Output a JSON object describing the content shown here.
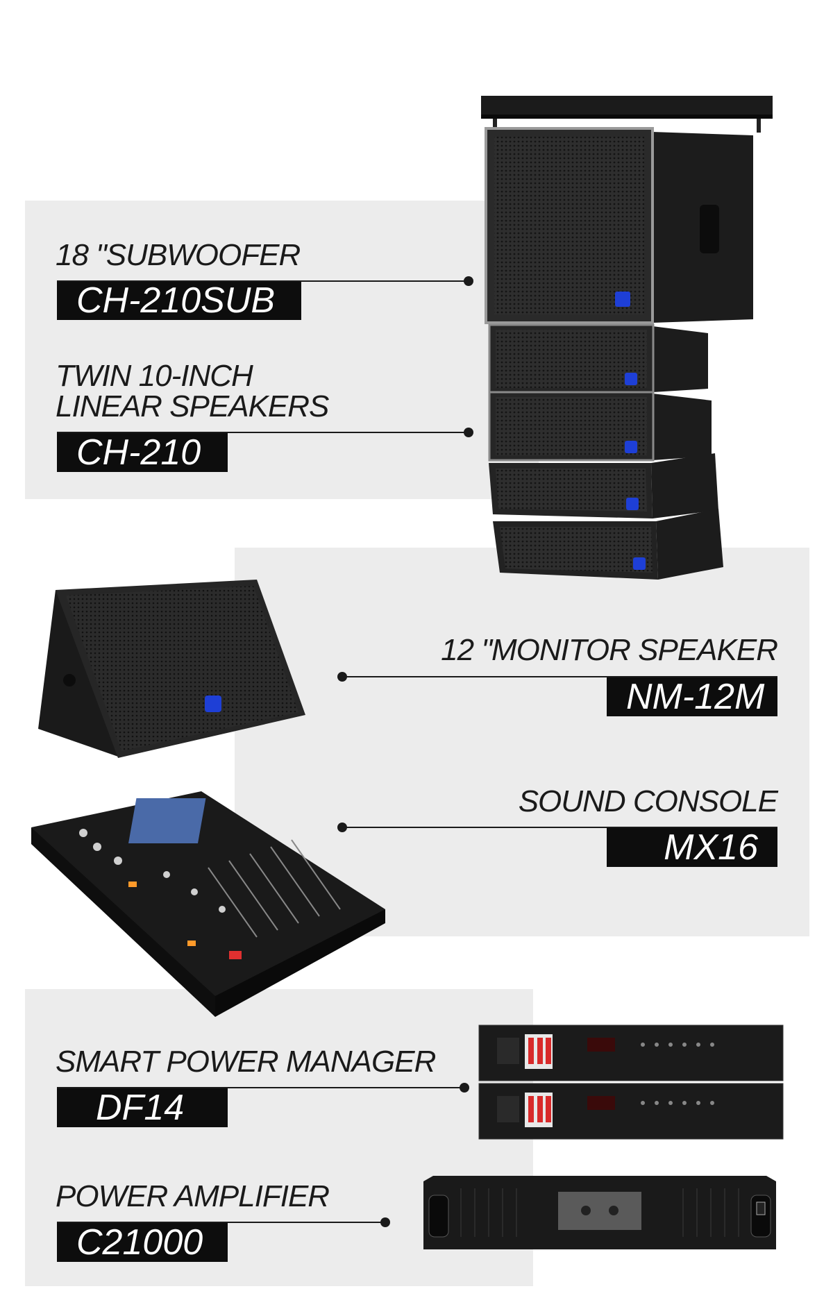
{
  "products": [
    {
      "label": "18 \"SUBWOOFER",
      "model": "CH-210SUB",
      "icon": "subwoofer-icon"
    },
    {
      "label_lines": [
        "TWIN 10-INCH",
        "LINEAR SPEAKERS"
      ],
      "model": "CH-210",
      "icon": "line-array-icon"
    },
    {
      "label": "12 \"MONITOR SPEAKER",
      "model": "NM-12M",
      "icon": "monitor-speaker-icon"
    },
    {
      "label": "SOUND CONSOLE",
      "model": "MX16",
      "icon": "mixer-console-icon"
    },
    {
      "label": "SMART POWER MANAGER",
      "model": "DF14",
      "icon": "power-manager-icon"
    },
    {
      "label": "POWER AMPLIFIER",
      "model": "C21000",
      "icon": "power-amplifier-icon"
    }
  ],
  "colors": {
    "panel": "#ececec",
    "label_text": "#1a1a1a",
    "model_box": "#0d0d0d",
    "model_text": "#ffffff",
    "brand_badge": "#1e3fd6"
  }
}
